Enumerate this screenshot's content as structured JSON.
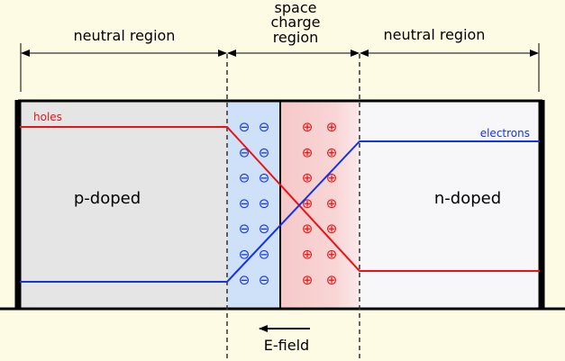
{
  "labels": {
    "neutral_left": "neutral region",
    "space_charge_line1": "space",
    "space_charge_line2": "charge",
    "space_charge_line3": "region",
    "neutral_right": "neutral region",
    "p_doped": "p-doped",
    "n_doped": "n-doped",
    "holes": "holes",
    "electrons": "electrons",
    "e_field": "E-field"
  },
  "symbols": {
    "negative_ion": "⊖",
    "positive_ion": "⊕"
  },
  "colors": {
    "background": "#fdfbe3",
    "p_region_fill": "#e5e5e5",
    "n_region_fill": "#f7f7f9",
    "depletion_negative_fill": "#cfe0f9",
    "depletion_positive_fill": "#f8d4d4",
    "holes": "#ee1111",
    "electrons": "#1133ee",
    "outline": "#000000"
  },
  "ion_grid": {
    "negative_columns": 2,
    "positive_columns": 2,
    "rows": 7
  }
}
